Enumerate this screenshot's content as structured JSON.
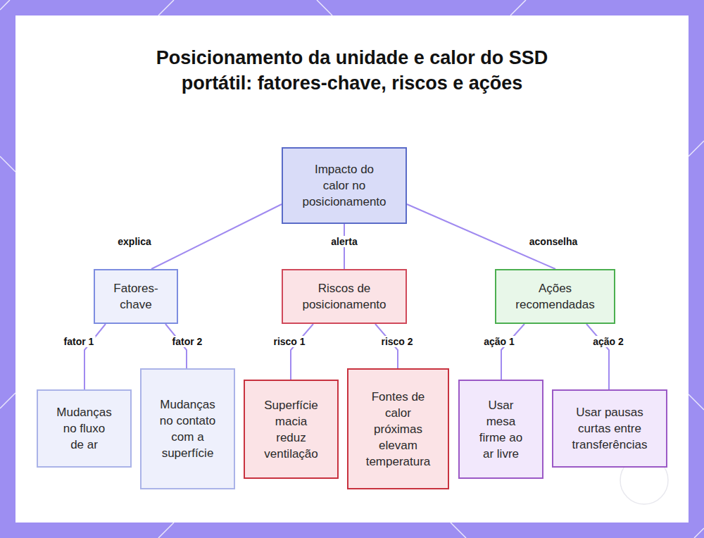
{
  "diagram": {
    "title": "Posicionamento da unidade e calor do SSD portátil: fatores-chave, riscos e ações",
    "nodes": [
      {
        "text": [
          "Impacto do calor no posicionamento"
        ]
      },
      {
        "text": [
          "Fatores-chave"
        ]
      },
      {
        "text": [
          "Riscos de posicionamento"
        ]
      },
      {
        "text": [
          "Ações recomendadas"
        ]
      },
      {
        "text": [
          "Mudanças no fluxo de ar"
        ]
      },
      {
        "text": [
          "Mudanças no contato com a superfície"
        ]
      },
      {
        "text": [
          "Superfície macia reduz ventilação"
        ]
      },
      {
        "text": [
          "Fontes de calor próximas elevam temperatura"
        ]
      },
      {
        "text": [
          "Usar mesa firme ao ar livre"
        ]
      },
      {
        "text": [
          "Usar pausas curtas entre transferências"
        ]
      }
    ],
    "edges": [
      {
        "from": 0,
        "to": 1,
        "label": "explica",
        "arrow": "none"
      },
      {
        "from": 0,
        "to": 2,
        "label": "alerta",
        "arrow": "none"
      },
      {
        "from": 0,
        "to": 3,
        "label": "aconselha",
        "arrow": "none"
      },
      {
        "from": 1,
        "to": 4,
        "label": "fator 1",
        "arrow": "none"
      },
      {
        "from": 1,
        "to": 5,
        "label": "fator 2",
        "arrow": "none"
      },
      {
        "from": 2,
        "to": 6,
        "label": "risco 1",
        "arrow": "none"
      },
      {
        "from": 2,
        "to": 7,
        "label": "risco 2",
        "arrow": "none"
      },
      {
        "from": 3,
        "to": 8,
        "label": "ação 1",
        "arrow": "none"
      },
      {
        "from": 3,
        "to": 9,
        "label": "ação 2",
        "arrow": "none"
      }
    ]
  }
}
